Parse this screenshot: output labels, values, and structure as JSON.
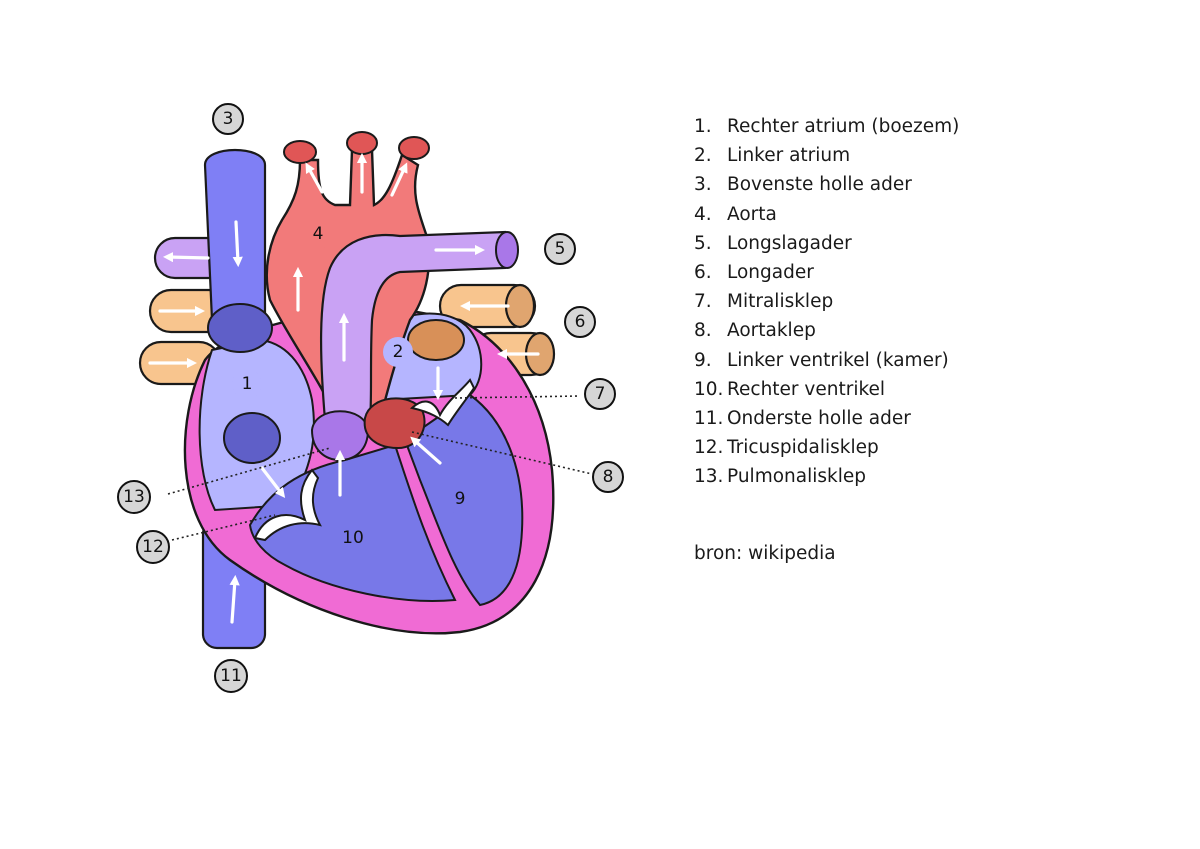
{
  "diagram": {
    "markers": [
      "1",
      "2",
      "3",
      "4",
      "5",
      "6",
      "7",
      "8",
      "9",
      "10",
      "11",
      "12",
      "13"
    ]
  },
  "legend": {
    "items": [
      {
        "num": "1.",
        "label": "Rechter atrium (boezem)"
      },
      {
        "num": "2.",
        "label": "Linker atrium"
      },
      {
        "num": "3.",
        "label": "Bovenste holle ader"
      },
      {
        "num": "4.",
        "label": "Aorta"
      },
      {
        "num": "5.",
        "label": "Longslagader"
      },
      {
        "num": "6.",
        "label": "Longader"
      },
      {
        "num": "7.",
        "label": "Mitralisklep"
      },
      {
        "num": "8.",
        "label": "Aortaklep"
      },
      {
        "num": "9.",
        "label": "Linker ventrikel (kamer)"
      },
      {
        "num": "10.",
        "label": "Rechter ventrikel"
      },
      {
        "num": "11.",
        "label": "Onderste holle ader"
      },
      {
        "num": "12.",
        "label": "Tricuspidalisklep"
      },
      {
        "num": "13.",
        "label": "Pulmonalisklep"
      }
    ],
    "source": "bron: wikipedia"
  },
  "colors": {
    "vein_blue": "#7f7ff5",
    "atrium_light_blue": "#b5b5ff",
    "ventricle_blue": "#7878e8",
    "muscle_pink": "#f06bd4",
    "aorta_red": "#f27a7a",
    "pulmonary_lilac": "#c9a2f4",
    "pulmonary_vein_tan": "#f8c58e",
    "outline": "#1a1a1a"
  }
}
